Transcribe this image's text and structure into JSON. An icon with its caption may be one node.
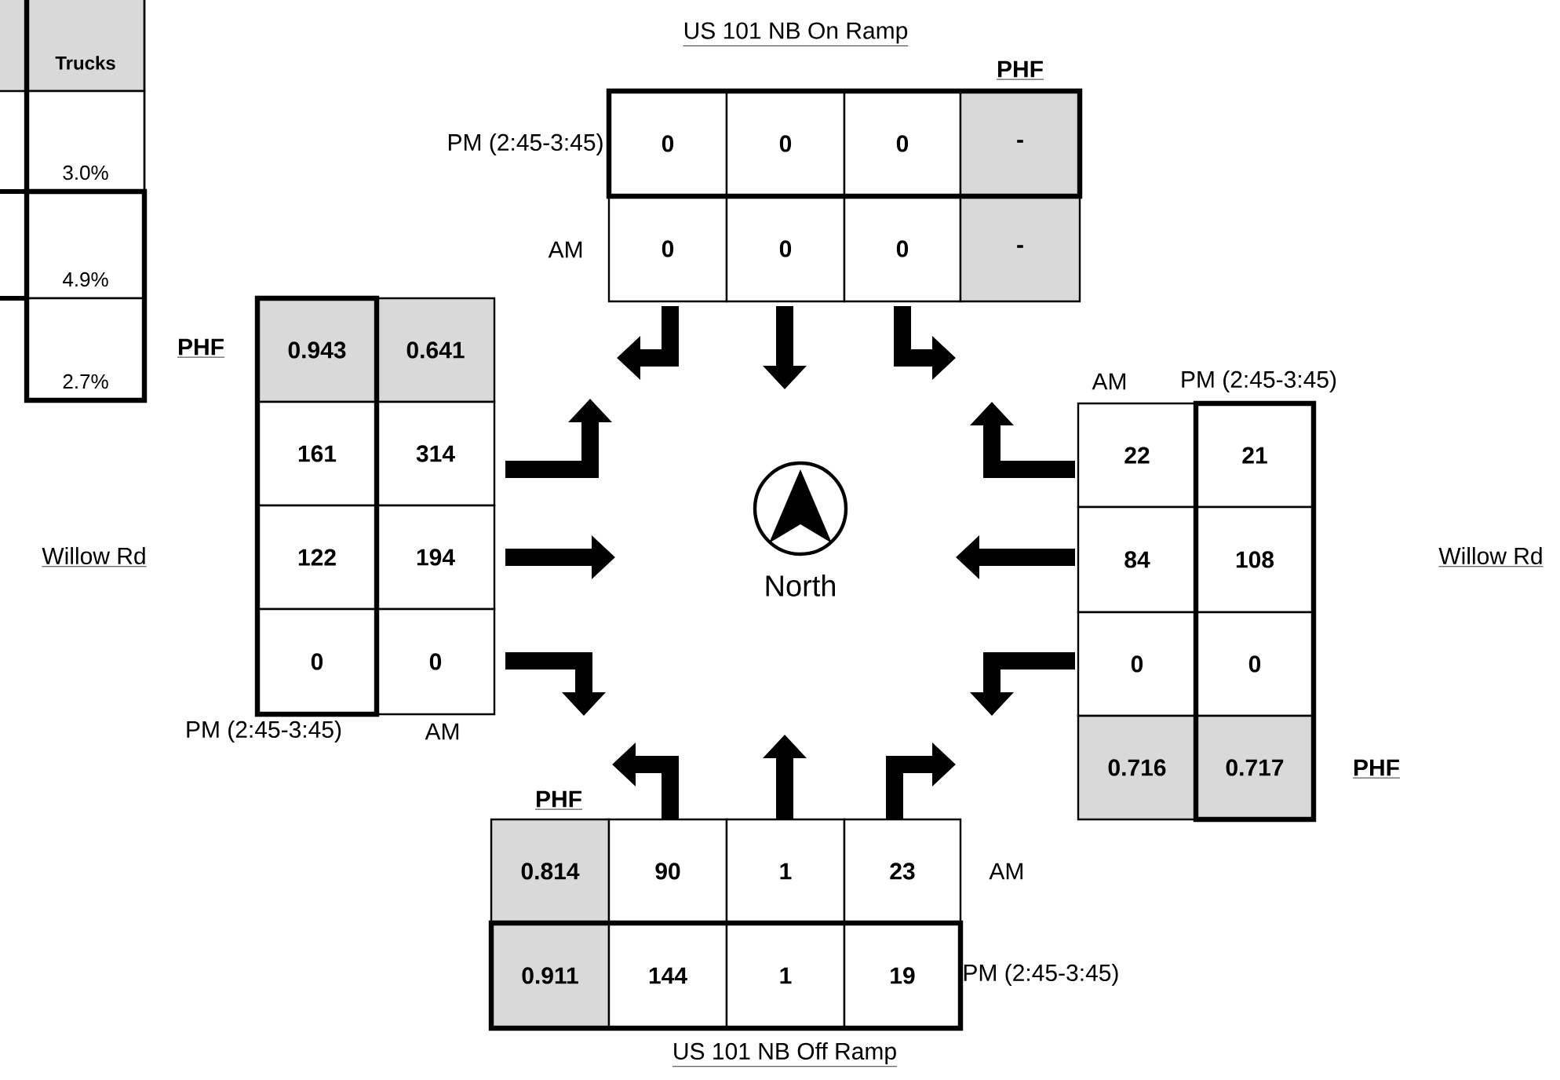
{
  "diagram": {
    "labels": [
      "Trucks",
      "3.0%",
      "4.9%",
      "2.7%",
      "US 101 NB On Ramp",
      "PHF",
      "PM (2:45-3:45)",
      "0",
      "0",
      "0",
      "-",
      "AM",
      "0",
      "0",
      "0",
      "-",
      "PHF",
      "0.943",
      "0.641",
      "AM",
      "PM (2:45-3:45)",
      "161",
      "314",
      "22",
      "21",
      "Willow Rd",
      "122",
      "194",
      "North",
      "84",
      "108",
      "Willow Rd",
      "0",
      "0",
      "0",
      "0",
      "PM (2:45-3:45)",
      "AM",
      "0.716",
      "0.717",
      "PHF",
      "PHF",
      "0.814",
      "90",
      "1",
      "23",
      "AM",
      "0.911",
      "144",
      "1",
      "19",
      "PM (2:45-3:45)",
      "US 101 NB Off Ramp"
    ]
  }
}
